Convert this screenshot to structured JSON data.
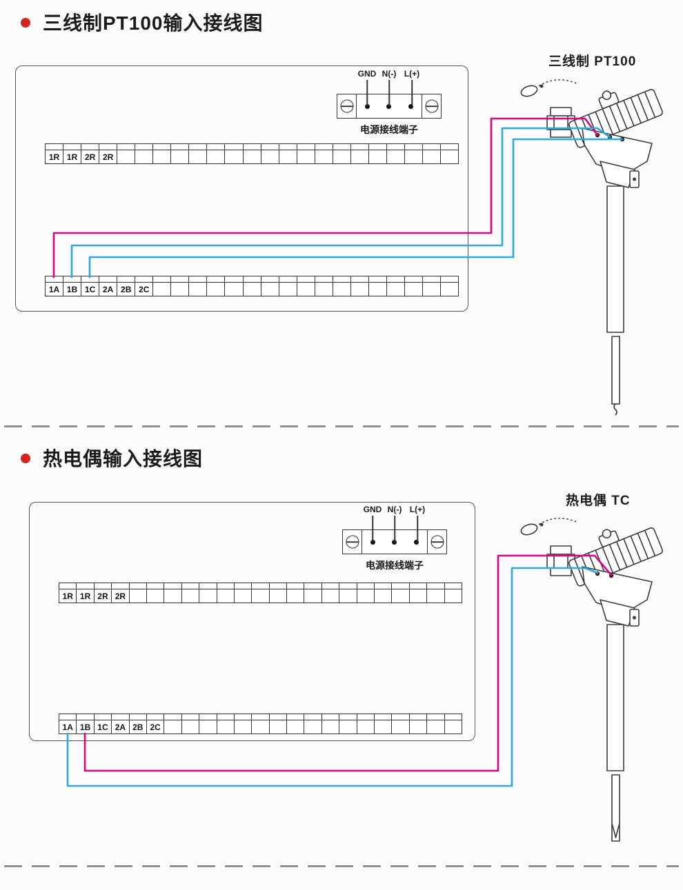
{
  "colors": {
    "magenta": "#e4007f",
    "cyan": "#2aa9e0",
    "bullet": "#d2251f",
    "line": "#3a3a3a"
  },
  "sections": [
    {
      "title": "三线制PT100输入接线图",
      "sensor_label": "三线制  PT100"
    },
    {
      "title": "热电偶输入接线图",
      "sensor_label": "热电偶  TC"
    }
  ],
  "power_block": {
    "labels": [
      "GND",
      "N(-)",
      "L(+)"
    ],
    "caption": "电源接线端子"
  },
  "strips": {
    "cells_top": [
      "1R",
      "1R",
      "2R",
      "2R",
      "",
      "",
      "",
      "",
      "",
      "",
      "",
      "",
      "",
      "",
      "",
      "",
      "",
      "",
      "",
      "",
      "",
      "",
      ""
    ],
    "cells_bottom": [
      "1A",
      "1B",
      "1C",
      "2A",
      "2B",
      "2C",
      "",
      "",
      "",
      "",
      "",
      "",
      "",
      "",
      "",
      "",
      "",
      "",
      "",
      "",
      "",
      "",
      ""
    ]
  }
}
